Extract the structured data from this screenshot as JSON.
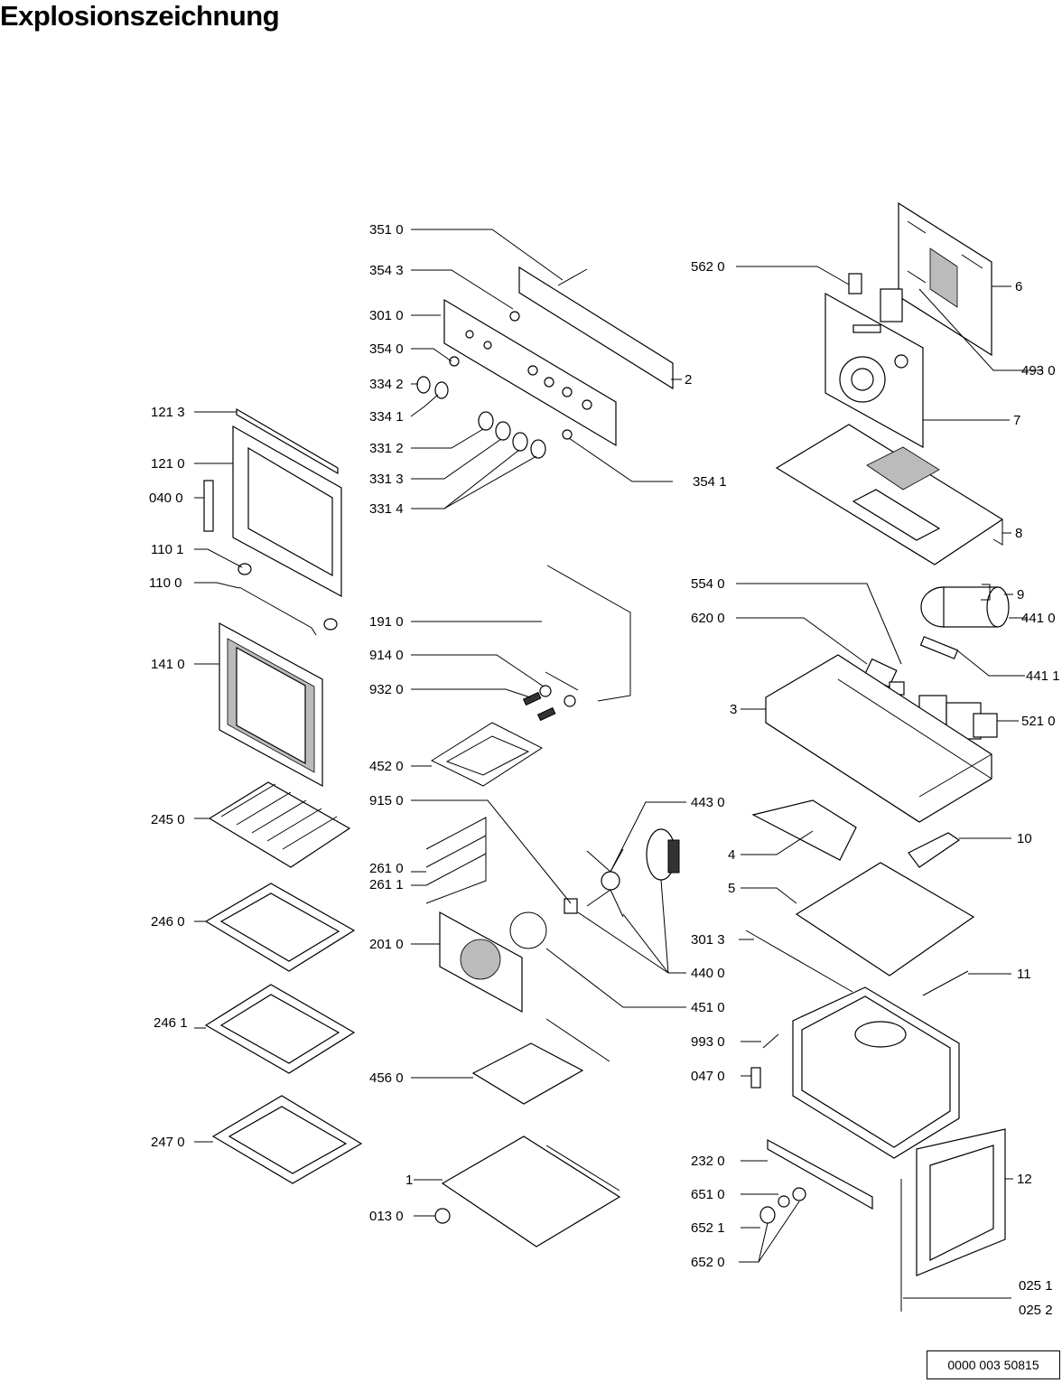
{
  "title": "Explosionszeichnung",
  "document_number": "0000 003 50815",
  "labels": {
    "l3510": "351 0",
    "l3543": "354 3",
    "l3010": "301 0",
    "l3540": "354 0",
    "l3342": "334 2",
    "l3341": "334 1",
    "l3312": "331 2",
    "l3313": "331 3",
    "l3314": "331 4",
    "l3541": "354 1",
    "l2": "2",
    "l5620": "562 0",
    "l6": "6",
    "l4930": "493 0",
    "l7": "7",
    "l8": "8",
    "l1213": "121 3",
    "l1210": "121 0",
    "l0400": "040 0",
    "l1101": "110 1",
    "l1100": "110 0",
    "l1410": "141 0",
    "l1910": "191 0",
    "l9140": "914 0",
    "l9320": "932 0",
    "l4520": "452 0",
    "l5540": "554 0",
    "l6200": "620 0",
    "l9": "9",
    "l4410": "441 0",
    "l4411": "441 1",
    "l3": "3",
    "l5210": "521 0",
    "l2450": "245 0",
    "l9150": "915 0",
    "l4430": "443 0",
    "l4": "4",
    "l10": "10",
    "l2610": "261 0",
    "l2611": "261 1",
    "l5": "5",
    "l2460": "246 0",
    "l2010": "201 0",
    "l3013": "301 3",
    "l4400": "440 0",
    "l11": "11",
    "l4510": "451 0",
    "l2461": "246 1",
    "l9930": "993 0",
    "l0470": "047 0",
    "l4560": "456 0",
    "l2470": "247 0",
    "l2320": "232 0",
    "l12": "12",
    "l1": "1",
    "l6510": "651 0",
    "l0130": "013 0",
    "l6521": "652 1",
    "l6520": "652 0",
    "l0251": "025 1",
    "l0252": "025 2"
  }
}
